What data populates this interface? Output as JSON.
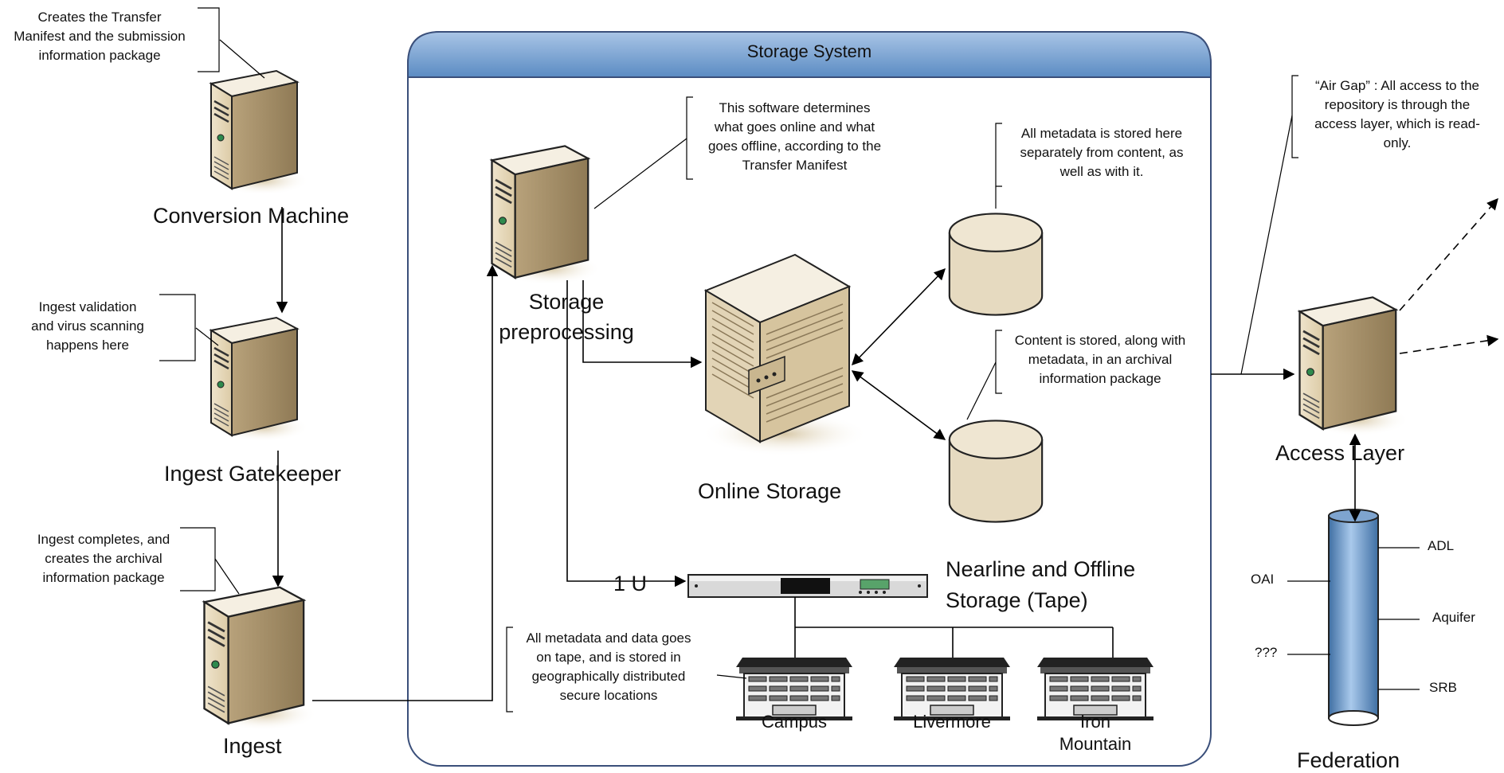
{
  "storage_system": {
    "title": "Storage System"
  },
  "nodes": {
    "conversion": "Conversion Machine",
    "gatekeeper": "Ingest Gatekeeper",
    "ingest": "Ingest",
    "preprocessing_line1": "Storage",
    "preprocessing_line2": "preprocessing",
    "online_storage": "Online Storage",
    "nearline_line1": "Nearline and Offline",
    "nearline_line2": "Storage (Tape)",
    "rack_label": "1 U",
    "access_layer": "Access Layer",
    "federation": "Federation"
  },
  "sites": {
    "campus": "Campus",
    "livermore": "Livermore",
    "iron_mountain_line1": "Iron",
    "iron_mountain_line2": "Mountain"
  },
  "federation_members": {
    "oai": "OAI",
    "unknown": "???",
    "adl": "ADL",
    "aquifer": "Aquifer",
    "srb": "SRB"
  },
  "notes": {
    "conversion_note": [
      "Creates the Transfer",
      "Manifest and the submission",
      "information package"
    ],
    "gatekeeper_note": [
      "Ingest validation",
      "and virus scanning",
      "happens here"
    ],
    "ingest_note": [
      "Ingest completes, and",
      "creates the archival",
      "information package"
    ],
    "preprocessing_note": [
      "This software determines",
      "what goes online and what",
      "goes offline, according to the",
      "Transfer Manifest"
    ],
    "metadata_note": [
      "All metadata is stored here",
      "separately from content, as",
      "well as with it."
    ],
    "content_note": [
      "Content is stored, along with",
      "metadata, in an archival",
      "information package"
    ],
    "tape_note": [
      "All metadata and data goes",
      "on tape, and is stored in",
      "geographically distributed",
      "secure locations"
    ],
    "airgap_note": [
      "“Air Gap” : All access to the",
      "repository is through the",
      "access layer, which is read-",
      "only."
    ]
  }
}
